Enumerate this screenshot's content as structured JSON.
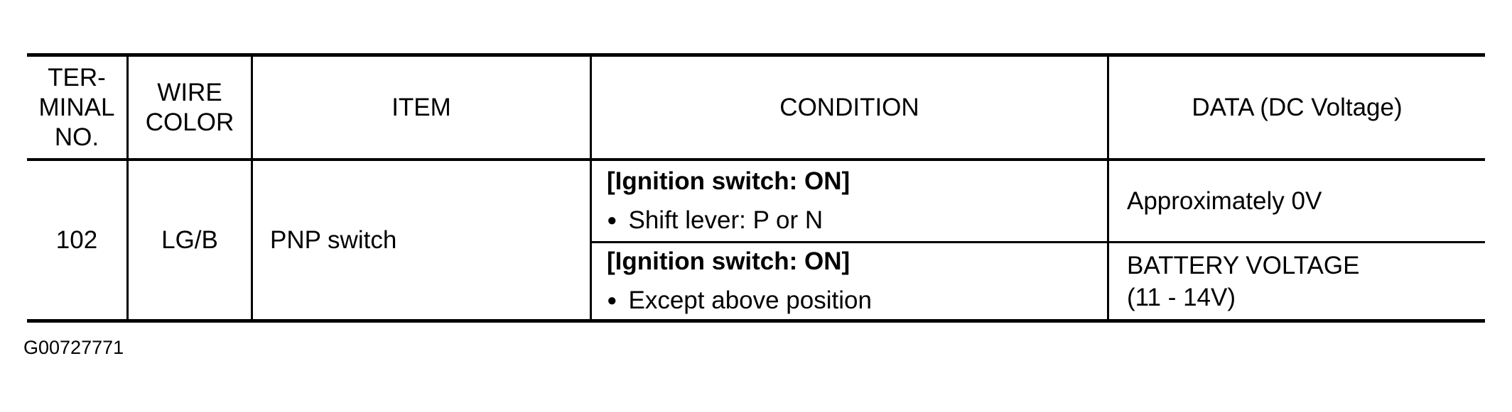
{
  "page": {
    "background": "#ffffff",
    "ink": "#000000",
    "figure_id": "G00727771"
  },
  "table": {
    "headers": {
      "terminal": "TER-\nMINAL\nNO.",
      "wire_color": "WIRE\nCOLOR",
      "item": "ITEM",
      "condition": "CONDITION",
      "data": "DATA (DC Voltage)"
    },
    "bullet_char": "●",
    "row": {
      "terminal_no": "102",
      "wire_color": "LG/B",
      "item": "PNP switch",
      "sub_rows": [
        {
          "condition_prefix": "[Ignition switch: ON]",
          "condition_detail": "Shift lever: P or N",
          "data": "Approximately 0V"
        },
        {
          "condition_prefix": "[Ignition switch: ON]",
          "condition_detail": "Except above position",
          "data": "BATTERY VOLTAGE\n(11 - 14V)"
        }
      ]
    }
  }
}
